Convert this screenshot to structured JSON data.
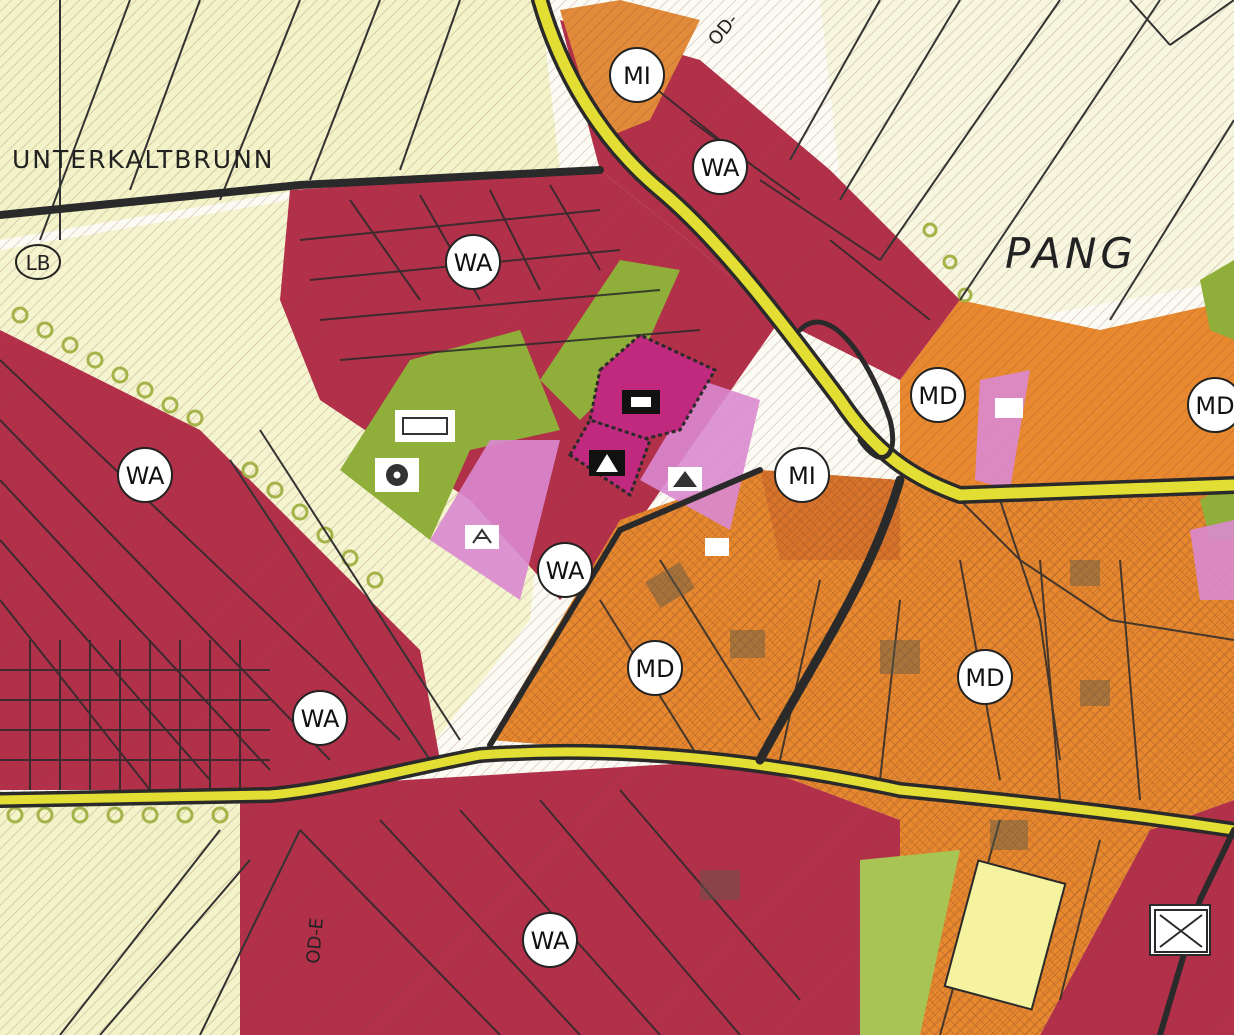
{
  "map": {
    "place_names": {
      "unterkaltbrunn": "UNTERKALTBRUNN",
      "pang": "PANG"
    },
    "zones": [
      {
        "id": "mi-top",
        "label": "MI"
      },
      {
        "id": "wa-top-center",
        "label": "WA"
      },
      {
        "id": "wa-north",
        "label": "WA"
      },
      {
        "id": "wa-west",
        "label": "WA"
      },
      {
        "id": "md-east-upper",
        "label": "MD"
      },
      {
        "id": "md-east-edge",
        "label": "MD"
      },
      {
        "id": "mi-center",
        "label": "MI"
      },
      {
        "id": "wa-center",
        "label": "WA"
      },
      {
        "id": "md-center",
        "label": "MD"
      },
      {
        "id": "md-east",
        "label": "MD"
      },
      {
        "id": "wa-southwest",
        "label": "WA"
      },
      {
        "id": "wa-south",
        "label": "WA"
      }
    ],
    "small_labels": {
      "lb": "LB",
      "od_top": "OD-",
      "od_bottom": "OD-E"
    },
    "colors": {
      "residential_wa": "#b3304a",
      "village_md": "#e8892f",
      "mixed_mi": "#c85a3a",
      "community_facility": "#c0297e",
      "special_pink": "#d98ad0",
      "green_space": "#8fae3a",
      "road": "#e3de33",
      "meadow": "#eef0b0",
      "boundary": "#2a2a2a"
    }
  }
}
